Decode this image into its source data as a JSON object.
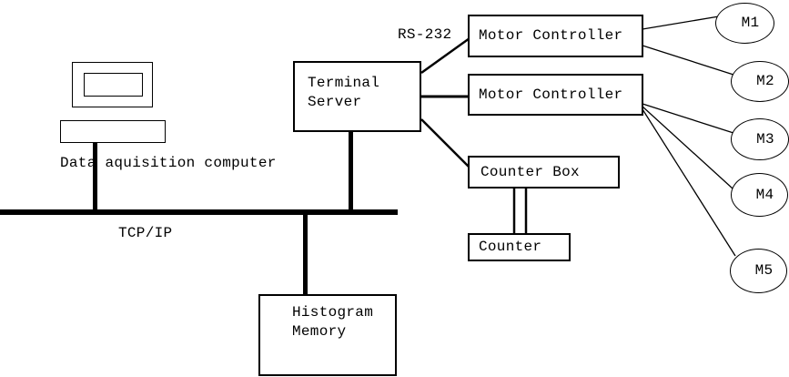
{
  "labels": {
    "computer": "Data aquisition computer",
    "bus": "TCP/IP",
    "serial": "RS-232"
  },
  "boxes": {
    "terminal_server_line1": "Terminal",
    "terminal_server_line2": "Server",
    "motor_controller_1": "Motor Controller",
    "motor_controller_2": "Motor Controller",
    "counter_box": "Counter Box",
    "counter": "Counter",
    "histogram_line1": "Histogram",
    "histogram_line2": "Memory"
  },
  "motors": [
    "M1",
    "M2",
    "M3",
    "M4",
    "M5"
  ],
  "colors": {
    "ink": "#000000",
    "background": "#ffffff"
  }
}
